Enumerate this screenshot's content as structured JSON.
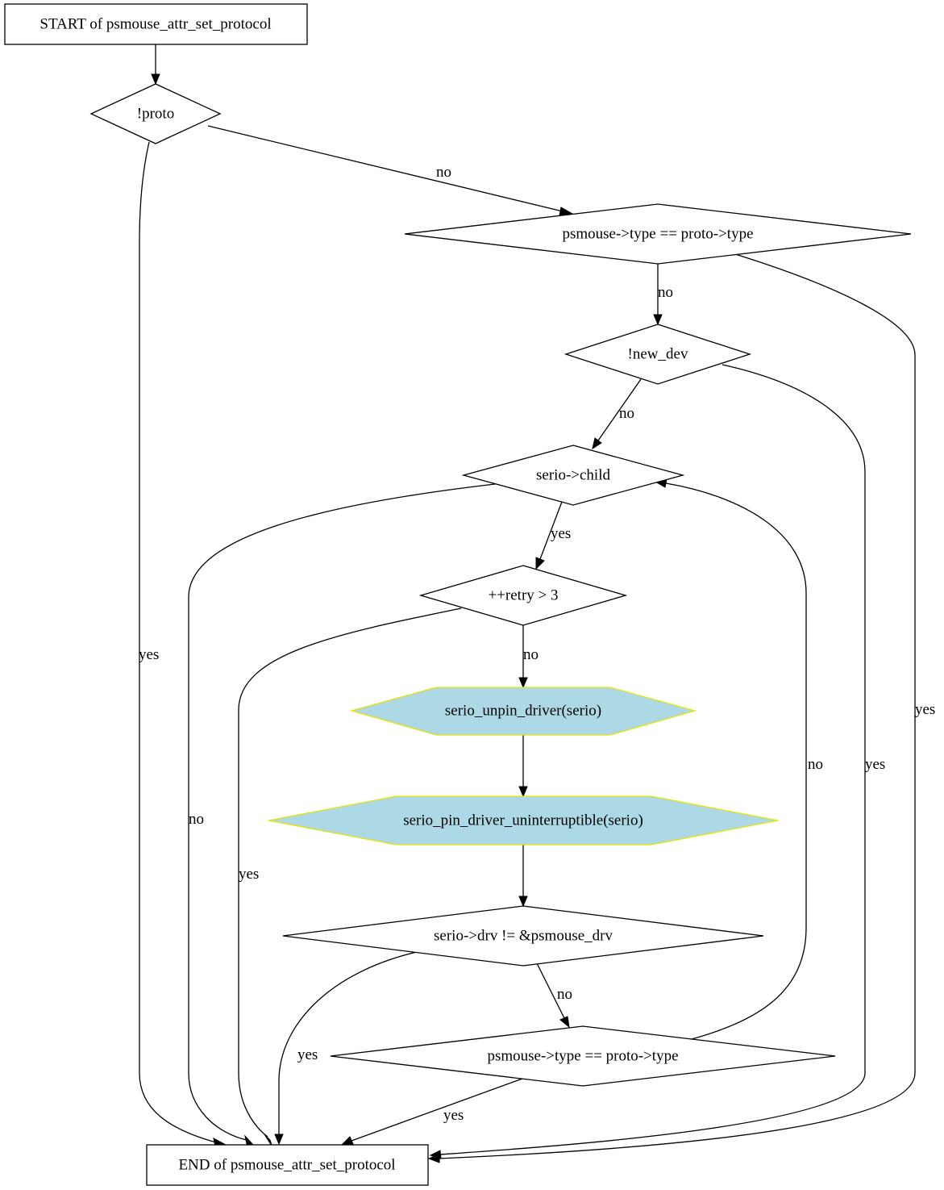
{
  "nodes": {
    "start": "START of psmouse_attr_set_protocol",
    "not_proto": "!proto",
    "type_eq_1": "psmouse->type == proto->type",
    "not_new_dev": "!new_dev",
    "serio_child": "serio->child",
    "retry": "++retry > 3",
    "unpin": "serio_unpin_driver(serio)",
    "pin": "serio_pin_driver_uninterruptible(serio)",
    "drv_ne": "serio->drv != &psmouse_drv",
    "type_eq_2": "psmouse->type == proto->type",
    "end": "END of psmouse_attr_set_protocol"
  },
  "edge_labels": {
    "not_proto_no": "no",
    "not_proto_yes": "yes",
    "type_eq_1_no": "no",
    "type_eq_1_yes": "yes",
    "not_new_dev_no": "no",
    "not_new_dev_yes": "yes",
    "serio_child_yes": "yes",
    "serio_child_no": "no",
    "retry_no": "no",
    "retry_yes": "yes",
    "drv_ne_no": "no",
    "drv_ne_yes": "yes",
    "type_eq_2_yes": "yes",
    "type_eq_2_no": "no"
  },
  "colors": {
    "function_fill": "#add8e6",
    "function_border": "#e6e600"
  }
}
